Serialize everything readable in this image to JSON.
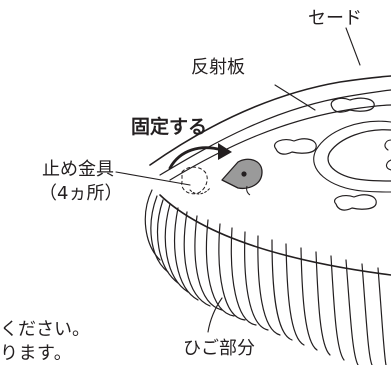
{
  "labels": {
    "shade": "セード",
    "reflector": "反射板",
    "fix_action": "固定する",
    "bracket_line1": "止め金具",
    "bracket_line2": "（4ヵ所）",
    "fringe": "ひご部分"
  },
  "cropped_notes": [
    "ください。",
    "ります。"
  ],
  "colors": {
    "ink": "#231f20",
    "bracket_fill": "#9a9a9a",
    "arrow": "#231f20"
  },
  "icons": [
    "rotation-arrow-icon",
    "mounting-bracket-icon"
  ]
}
